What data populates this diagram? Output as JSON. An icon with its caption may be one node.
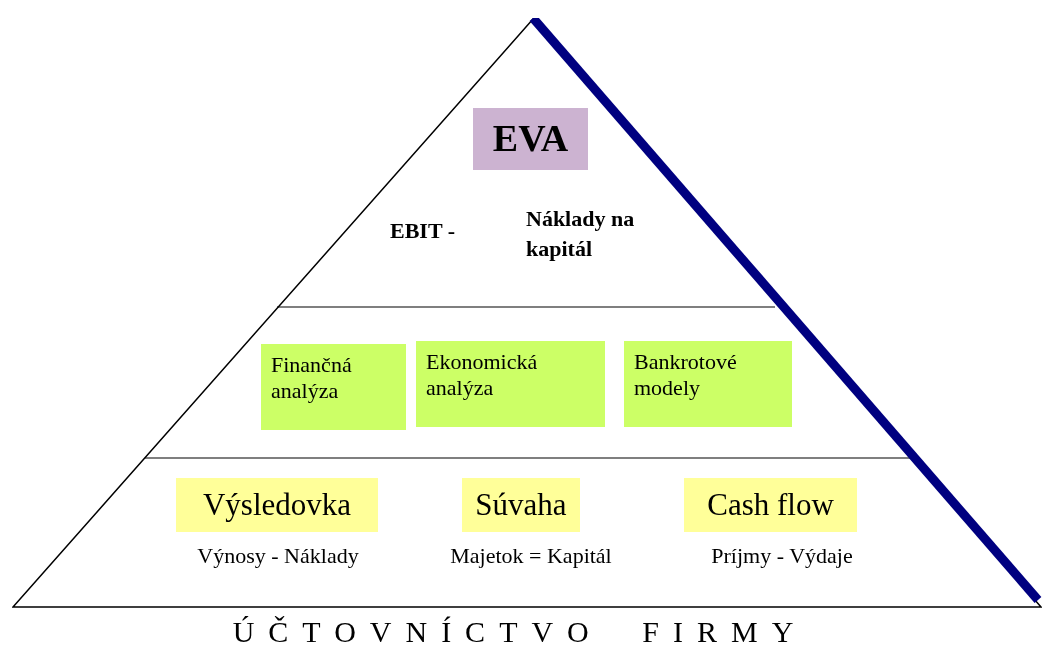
{
  "diagram": {
    "nodes": [
      {
        "text": [],
        "shape": "triangle"
      },
      {
        "text": [
          "EVA"
        ],
        "in": 0
      },
      {
        "text": [
          "Finančná analýza"
        ],
        "in": 0
      },
      {
        "text": [
          "Ekonomická analýza"
        ],
        "in": 0
      },
      {
        "text": [
          "Bankrotové modely"
        ],
        "in": 0
      },
      {
        "text": [
          "Výsledovka"
        ],
        "in": 0,
        "beside": [
          "Výnosy - Náklady"
        ]
      },
      {
        "text": [
          "Súvaha"
        ],
        "in": 0,
        "beside": [
          "Majetok = Kapitál"
        ]
      },
      {
        "text": [
          "Cash flow"
        ],
        "in": 0,
        "beside": [
          "Príjmy - Výdaje"
        ]
      }
    ],
    "edges": [],
    "labels": [
      "EBIT -",
      "Náklady na kapitál",
      "ÚČTOVNÍCTVO FIRMY"
    ]
  }
}
